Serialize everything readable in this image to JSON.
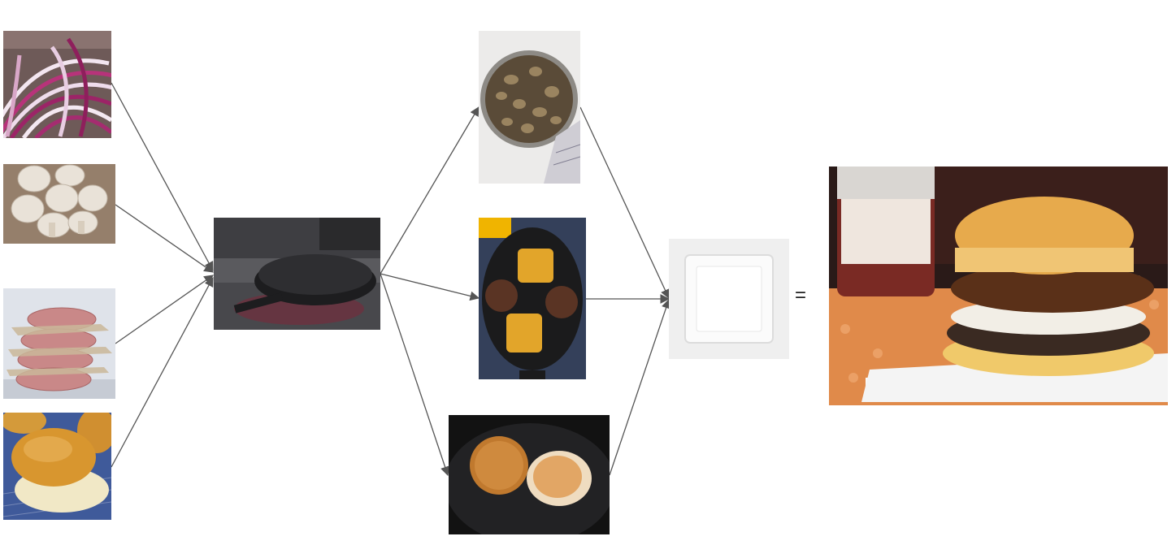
{
  "diagram": {
    "equals_sign": "=",
    "ingredients": [
      {
        "id": "onion",
        "icon": "red-onion-slices"
      },
      {
        "id": "mushrooms",
        "icon": "white-mushrooms"
      },
      {
        "id": "patties",
        "icon": "raw-burger-patties"
      },
      {
        "id": "buns",
        "icon": "sesame-burger-buns"
      }
    ],
    "tool": {
      "id": "skillet",
      "icon": "cast-iron-skillet"
    },
    "cooking_steps": [
      {
        "id": "cooked-mushrooms",
        "icon": "sauteed-mushrooms-pan"
      },
      {
        "id": "cooked-patties",
        "icon": "patties-with-cheese-in-skillet"
      },
      {
        "id": "toasted-buns",
        "icon": "buns-toasting-in-skillet"
      }
    ],
    "plate": {
      "id": "plate",
      "icon": "white-square-plate"
    },
    "result": {
      "id": "burger",
      "icon": "mushroom-swiss-burger"
    },
    "edges": [
      [
        "onion",
        "skillet"
      ],
      [
        "mushrooms",
        "skillet"
      ],
      [
        "patties",
        "skillet"
      ],
      [
        "buns",
        "skillet"
      ],
      [
        "skillet",
        "cooked-mushrooms"
      ],
      [
        "skillet",
        "cooked-patties"
      ],
      [
        "skillet",
        "toasted-buns"
      ],
      [
        "cooked-mushrooms",
        "plate"
      ],
      [
        "cooked-patties",
        "plate"
      ],
      [
        "toasted-buns",
        "plate"
      ]
    ],
    "colors": {
      "arrow": "#555555"
    }
  }
}
